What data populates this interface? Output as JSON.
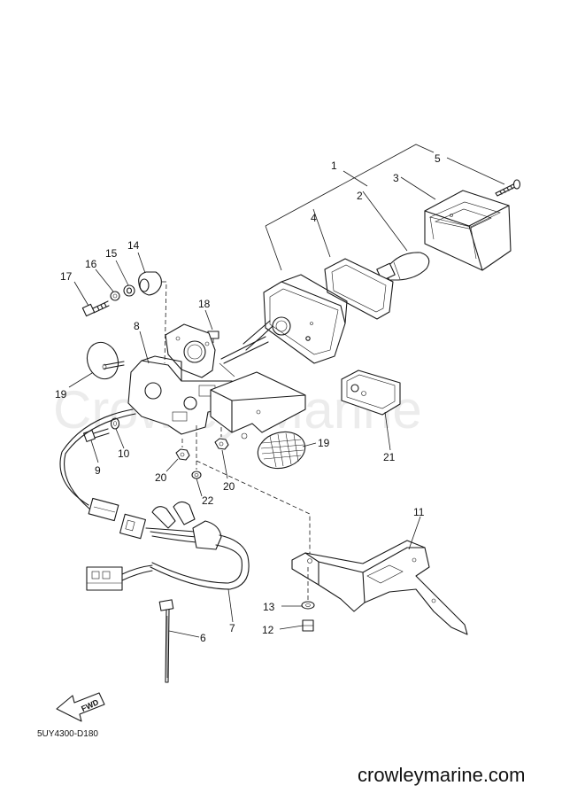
{
  "watermark": "Crowley Marine",
  "diagram_code": "5UY4300-D180",
  "site": "crowleymarine.com",
  "fwd_label": "FWD",
  "callouts": {
    "c1": "1",
    "c2": "2",
    "c3": "3",
    "c4": "4",
    "c5": "5",
    "c6": "6",
    "c7": "7",
    "c8": "8",
    "c9": "9",
    "c10": "10",
    "c11": "11",
    "c12": "12",
    "c13": "13",
    "c14": "14",
    "c15": "15",
    "c16": "16",
    "c17": "17",
    "c18": "18",
    "c19a": "19",
    "c19b": "19",
    "c20a": "20",
    "c20b": "20",
    "c21": "21",
    "c22": "22"
  }
}
